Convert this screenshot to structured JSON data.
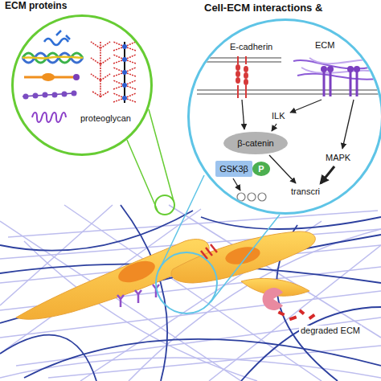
{
  "diagram": {
    "nodes": [
      {
        "text": [
          "ECM proteins",
          "proteoglycan"
        ]
      },
      {
        "text": [
          "Cell-ECM interactions &"
        ]
      },
      {
        "text": [
          "β-catenin"
        ],
        "in": 1
      },
      {
        "text": [
          "GSK3β"
        ],
        "in": 1
      },
      {
        "text": [
          "P"
        ],
        "in": 1
      }
    ],
    "labels": [
      "E-cadherin",
      "ECM",
      "ILK",
      "MAPK",
      "transcri",
      "degraded ECM"
    ]
  }
}
